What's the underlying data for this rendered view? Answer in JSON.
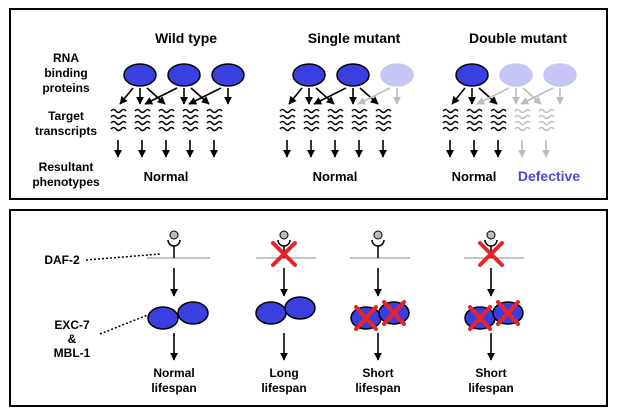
{
  "top_panel": {
    "columns": [
      {
        "title": "Wild type",
        "phenotypes": [
          "Normal"
        ]
      },
      {
        "title": "Single mutant",
        "phenotypes": [
          "Normal"
        ]
      },
      {
        "title": "Double mutant",
        "phenotypes": [
          "Normal",
          "Defective"
        ]
      }
    ],
    "row_labels": {
      "rbp": [
        "RNA",
        "binding",
        "proteins"
      ],
      "targets": [
        "Target",
        "transcripts"
      ],
      "phenotypes": [
        "Resultant",
        "phenotypes"
      ]
    }
  },
  "bottom_panel": {
    "receptor_label": "DAF-2",
    "protein_label": [
      "EXC-7",
      "&",
      "MBL-1"
    ],
    "outcomes": [
      {
        "line1": "Normal",
        "line2": "lifespan"
      },
      {
        "line1": "Long",
        "line2": "lifespan"
      },
      {
        "line1": "Short",
        "line2": "lifespan"
      },
      {
        "line1": "Short",
        "line2": "lifespan"
      }
    ]
  },
  "colors": {
    "protein": "#3a3fe0",
    "protein_faded": "#c5c6f6",
    "faded_gray": "#bdbdbd",
    "knockout_x": "#e8232a",
    "defective_text": "#4a4ad0"
  }
}
